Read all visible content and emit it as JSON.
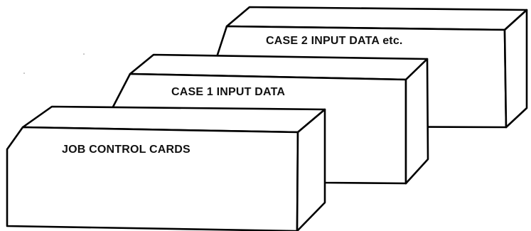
{
  "diagram": {
    "decks": [
      {
        "id": "case2",
        "label": "CASE 2 INPUT DATA etc."
      },
      {
        "id": "case1",
        "label": "CASE 1 INPUT DATA"
      },
      {
        "id": "job",
        "label": "JOB CONTROL CARDS"
      }
    ],
    "colors": {
      "stroke": "#000000",
      "fill": "#ffffff",
      "text": "#111111"
    }
  }
}
